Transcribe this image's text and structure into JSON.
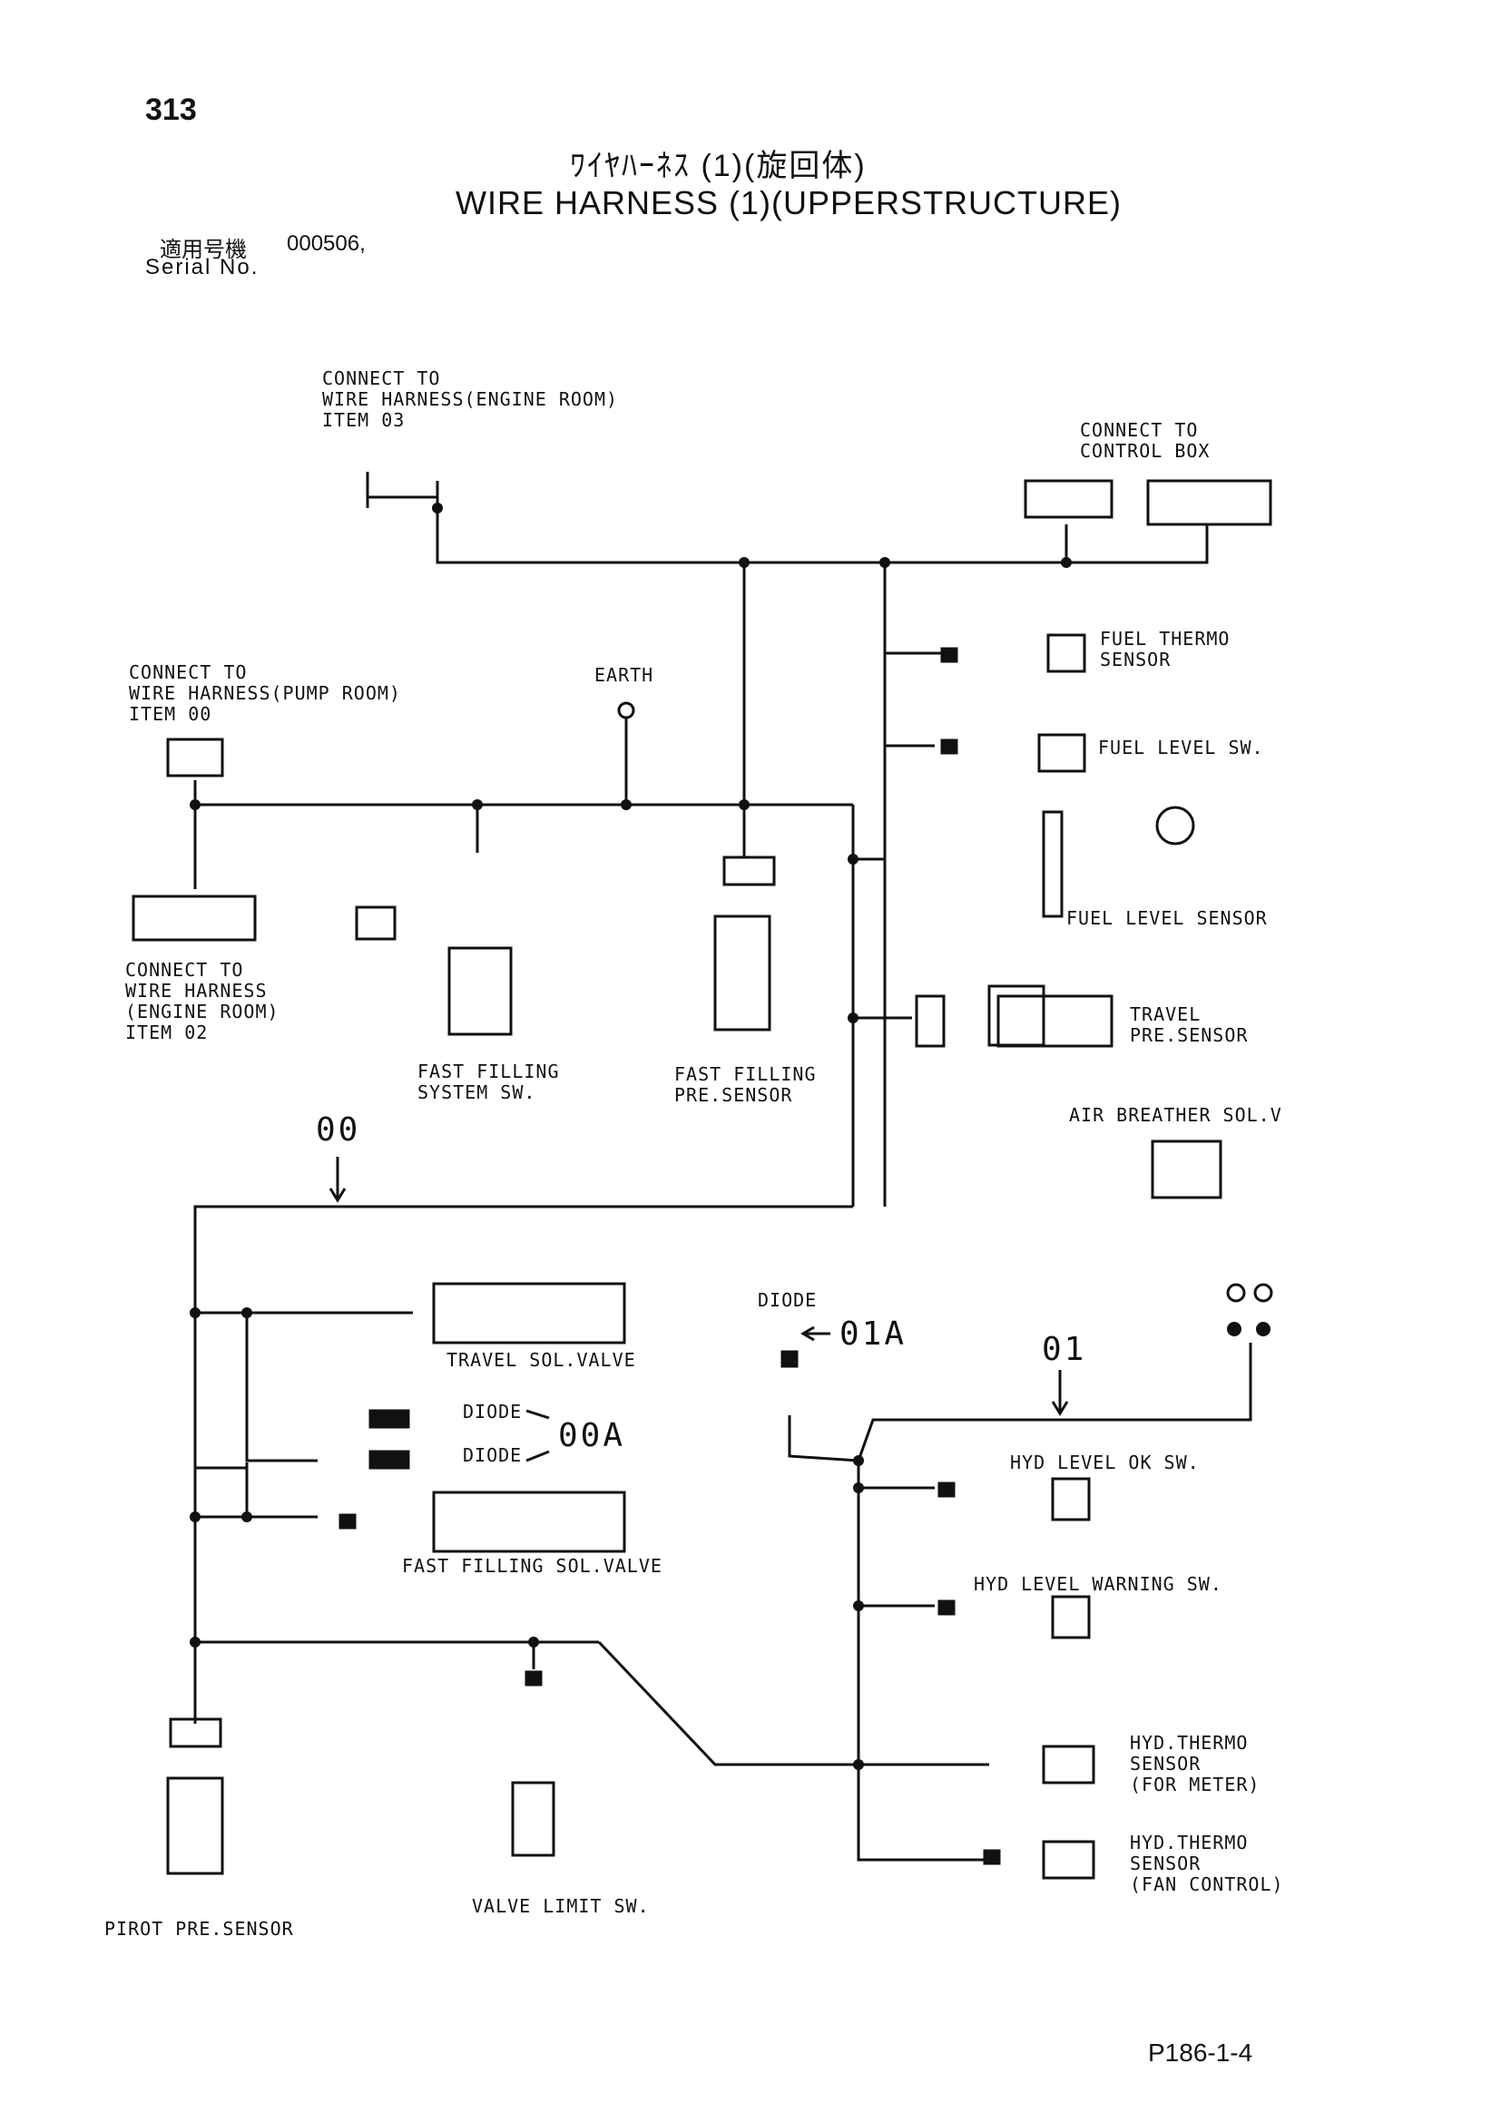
{
  "header": {
    "page_number": "313",
    "title_jp": "ﾜｲﾔﾊｰﾈｽ (1)(旋回体)",
    "title_en": "WIRE HARNESS (1)(UPPERSTRUCTURE)",
    "serial_label_jp": "適用号機",
    "serial_value": "000506,",
    "serial_label_en": "Serial No."
  },
  "labels": {
    "connect_engine_room_03": "CONNECT TO\nWIRE HARNESS(ENGINE ROOM)\nITEM 03",
    "connect_control_box": "CONNECT TO\nCONTROL BOX",
    "fuel_thermo_sensor": "FUEL THERMO\nSENSOR",
    "fuel_level_sw": "FUEL LEVEL SW.",
    "connect_pump_room_00": "CONNECT TO\nWIRE HARNESS(PUMP ROOM)\nITEM 00",
    "earth": "EARTH",
    "fuel_level_sensor": "FUEL LEVEL SENSOR",
    "connect_engine_room_02": "CONNECT TO\nWIRE HARNESS\n(ENGINE ROOM)\nITEM 02",
    "fast_filling_system_sw": "FAST FILLING\nSYSTEM SW.",
    "fast_filling_pre_sensor": "FAST FILLING\nPRE.SENSOR",
    "travel_pre_sensor": "TRAVEL\nPRE.SENSOR",
    "air_breather_sol_v": "AIR BREATHER SOL.V",
    "harness_00": "00",
    "travel_sol_valve": "TRAVEL SOL.VALVE",
    "diode_top": "DIODE",
    "diode_01a": "01A",
    "harness_01": "01",
    "diode_1": "DIODE",
    "diode_2": "DIODE",
    "diode_00a": "00A",
    "hyd_level_ok_sw": "HYD LEVEL OK SW.",
    "fast_filling_sol_valve": "FAST FILLING SOL.VALVE",
    "hyd_level_warning_sw": "HYD LEVEL WARNING SW.",
    "hyd_thermo_meter": "HYD.THERMO\nSENSOR\n(FOR METER)",
    "hyd_thermo_fan": "HYD.THERMO\nSENSOR\n(FAN CONTROL)",
    "pirot_pre_sensor": "PIROT PRE.SENSOR",
    "valve_limit_sw": "VALVE LIMIT SW."
  },
  "footer": {
    "drawing_ref": "P186-1-4"
  }
}
